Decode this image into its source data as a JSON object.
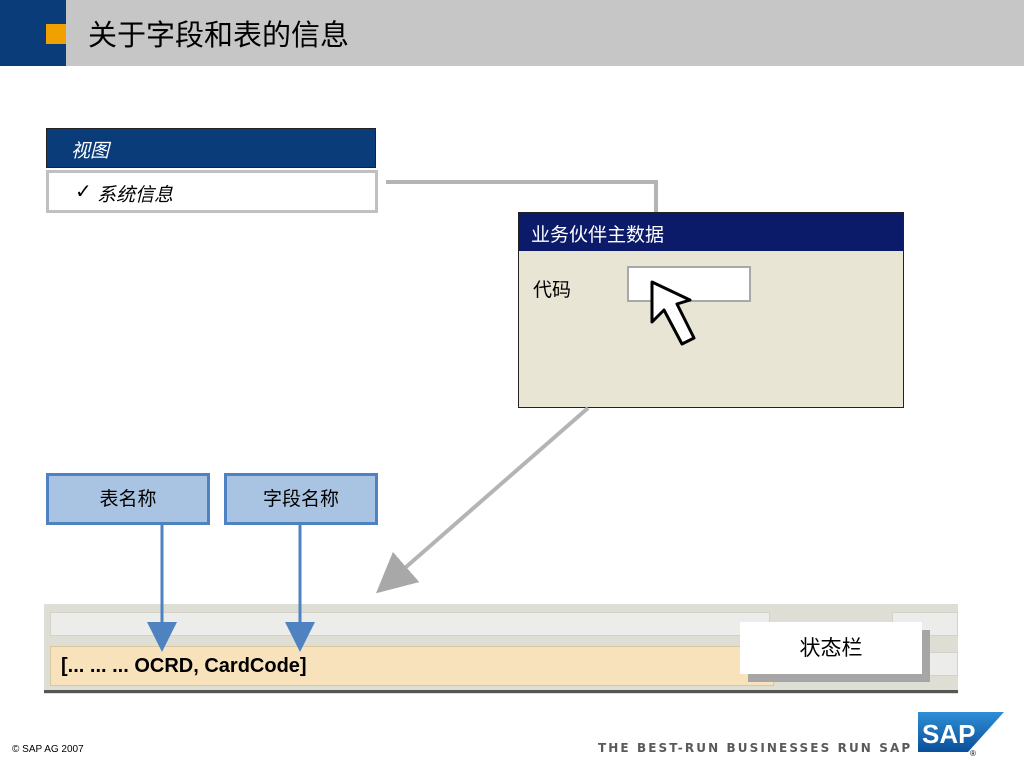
{
  "page_title": "关于字段和表的信息",
  "view_menu": {
    "header": "视图",
    "checkmark": "✓",
    "item": "系统信息"
  },
  "bp_window": {
    "title": "业务伙伴主数据",
    "code_label": "代码",
    "code_value": ""
  },
  "name_boxes": {
    "table_name": "表名称",
    "field_name": "字段名称"
  },
  "status_bar": {
    "text": "[... ... ... OCRD,    CardCode]",
    "callout": "状态栏"
  },
  "footer": {
    "copyright": "©  SAP AG 2007",
    "tagline": "THE BEST-RUN BUSINESSES RUN SAP",
    "logo_text": "SAP"
  },
  "colors": {
    "navy": "#0b3c7a",
    "window_title": "#0c1a6a",
    "accent_orange": "#f0a100",
    "box_fill": "#a9c4e3",
    "box_border": "#4f82c1",
    "status_field": "#f8e2bc"
  }
}
